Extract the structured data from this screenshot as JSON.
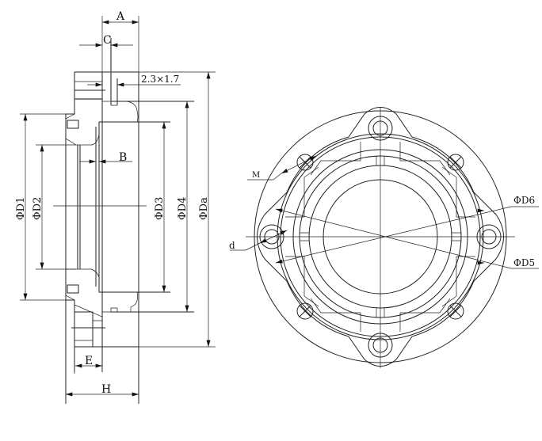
{
  "side_view": {
    "dim_A": "A",
    "dim_C": "C",
    "dim_groove": "2.3×1.7",
    "dim_B": "B",
    "dim_D1": "ΦD1",
    "dim_D2": "ΦD2",
    "dim_D3": "ΦD3",
    "dim_D4": "ΦD4",
    "dim_Da": "ΦDa",
    "dim_E": "E",
    "dim_H": "H"
  },
  "front_view": {
    "label_M": "M",
    "label_d": "d",
    "label_D6": "ΦD6",
    "label_D5": "ΦD5"
  }
}
